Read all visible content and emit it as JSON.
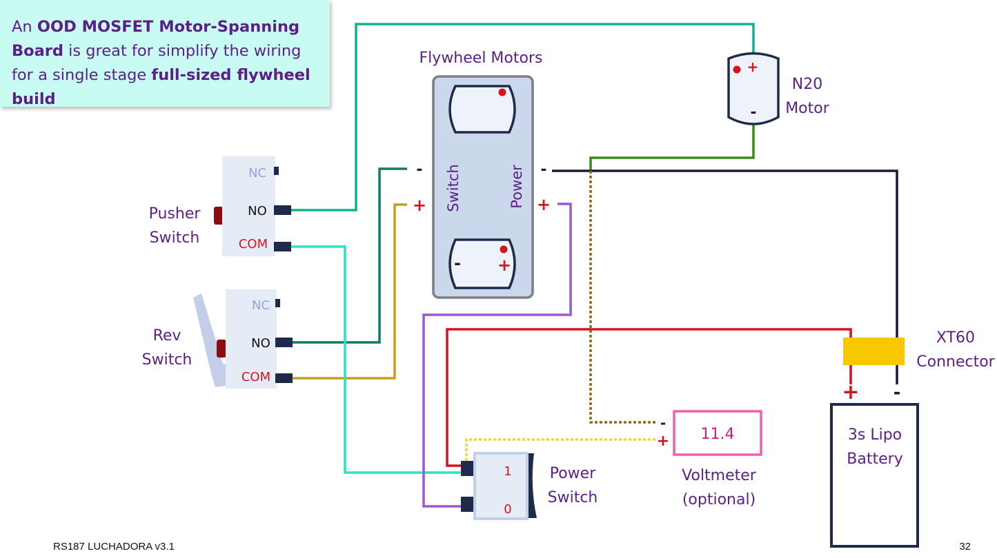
{
  "note": {
    "prefix": "An ",
    "board": "OOD MOSFET Motor-Spanning Board",
    "middle": " is great for simplify the wiring for a single stage ",
    "build": "full-sized flywheel build"
  },
  "labels": {
    "flywheel_motors": "Flywheel Motors",
    "switch": "Switch",
    "power": "Power",
    "n20_line1": "N20",
    "n20_line2": "Motor",
    "pusher_line1": "Pusher",
    "pusher_line2": "Switch",
    "rev_line1": "Rev",
    "rev_line2": "Switch",
    "xt60_line1": "XT60",
    "xt60_line2": "Connector",
    "power_switch_line1": "Power",
    "power_switch_line2": "Switch",
    "voltmeter_line1": "Voltmeter",
    "voltmeter_line2": "(optional)",
    "battery_line1": "3s Lipo",
    "battery_line2": "Battery"
  },
  "switch_pins": {
    "nc": "NC",
    "no": "NO",
    "com": "COM"
  },
  "power_switch_marks": {
    "on": "1",
    "off": "0"
  },
  "polarity": {
    "plus": "+",
    "minus": "-"
  },
  "voltmeter_reading": "11.4",
  "footer": {
    "left": "RS187 LUCHADORA v3.1",
    "right": "32"
  },
  "colors": {
    "text_purple": "#5b1f86",
    "wire_red": "#d4141c",
    "wire_purple": "#9a57d6",
    "wire_teal": "#12b08f",
    "wire_cyan": "#22e6c4",
    "wire_darkgreen": "#137a63",
    "wire_gold": "#c79f16",
    "wire_green": "#3a8c18",
    "wire_black": "#22143a",
    "connector_yellow": "#f7c800",
    "voltmeter_pink": "#ef5fb1"
  }
}
